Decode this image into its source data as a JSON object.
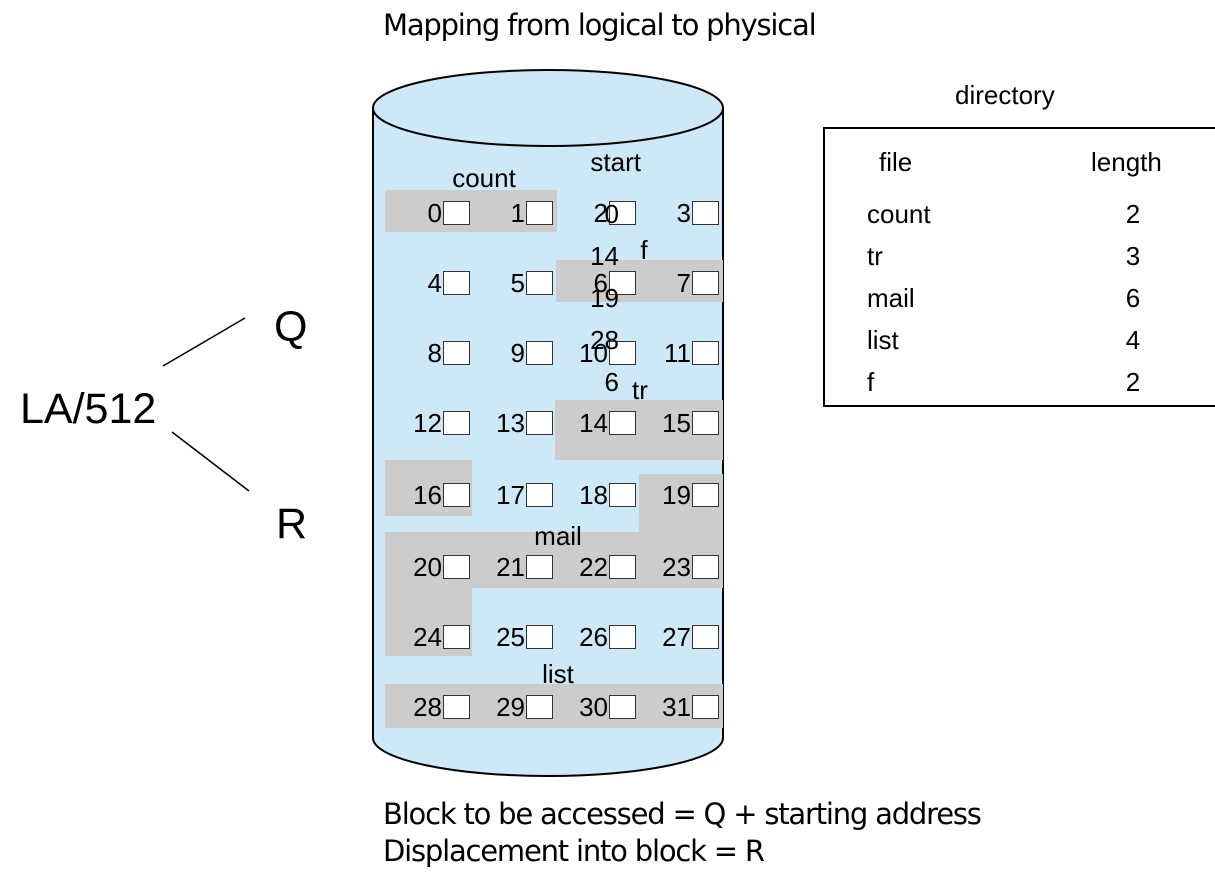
{
  "title": "Mapping from logical to physical",
  "captions": [
    "Block to be accessed = Q + starting address",
    "Displacement into block = R"
  ],
  "formula": {
    "expression": "LA/512",
    "quotient": "Q",
    "remainder": "R"
  },
  "disk": {
    "segment_labels": [
      "count",
      "f",
      "tr",
      "mail",
      "list"
    ],
    "blocks": [
      "0",
      "1",
      "2",
      "3",
      "4",
      "5",
      "6",
      "7",
      "8",
      "9",
      "10",
      "11",
      "12",
      "13",
      "14",
      "15",
      "16",
      "17",
      "18",
      "19",
      "20",
      "21",
      "22",
      "23",
      "24",
      "25",
      "26",
      "27",
      "28",
      "29",
      "30",
      "31"
    ],
    "colors": {
      "fill": "#cde8f6",
      "outline": "#000000",
      "highlight": "#cccccc"
    }
  },
  "directory": {
    "title": "directory",
    "columns": [
      "file",
      "start",
      "length"
    ],
    "rows": [
      [
        "count",
        "0",
        "2"
      ],
      [
        "tr",
        "14",
        "3"
      ],
      [
        "mail",
        "19",
        "6"
      ],
      [
        "list",
        "28",
        "4"
      ],
      [
        "f",
        "6",
        "2"
      ]
    ]
  }
}
